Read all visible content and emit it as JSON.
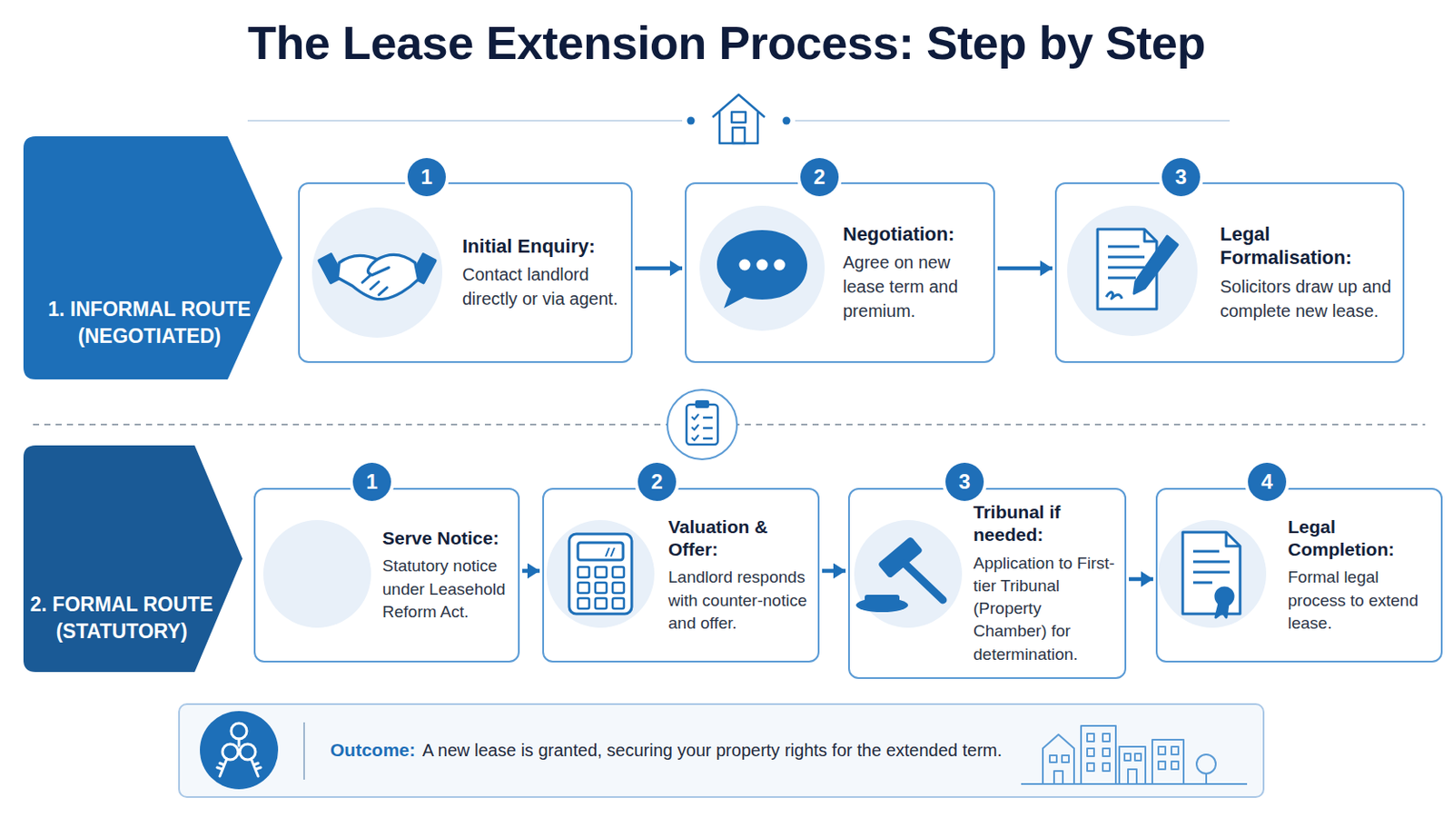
{
  "diagram": {
    "title": "The Lease Extension Process: Step by Step",
    "nodes": [
      {
        "text": [
          "1. INFORMAL ROUTE (NEGOTIATED)"
        ]
      },
      {
        "text": [
          "Initial Enquiry:",
          "Contact landlord directly or via agent."
        ]
      },
      {
        "text": [
          "Negotiation:",
          "Agree on new lease term and premium."
        ]
      },
      {
        "text": [
          "Legal Formalisation:",
          "Solicitors draw up and complete new lease."
        ]
      },
      {
        "text": [
          "2. FORMAL ROUTE (STATUTORY)"
        ]
      },
      {
        "text": [
          "Serve Notice:",
          "Statutory notice under Leasehold Reform Act."
        ]
      },
      {
        "text": [
          "Valuation & Offer:",
          "Landlord responds with counter-notice and offer."
        ]
      },
      {
        "text": [
          "Tribunal if needed:",
          "Application to First-tier Tribunal (Property Chamber) for determination."
        ]
      },
      {
        "text": [
          "Legal Completion:",
          "Formal legal process to extend lease."
        ]
      },
      {
        "text": [
          "Outcome:",
          "A new lease is granted, securing your property rights for the extended term."
        ]
      }
    ],
    "edges": [
      {
        "from": 1,
        "to": 2,
        "arrow": "to"
      },
      {
        "from": 2,
        "to": 3,
        "arrow": "to"
      },
      {
        "from": 5,
        "to": 6,
        "arrow": "to"
      },
      {
        "from": 6,
        "to": 7,
        "arrow": "to"
      },
      {
        "from": 7,
        "to": 8,
        "arrow": "to"
      }
    ],
    "labels": [
      "1",
      "2",
      "3",
      "1",
      "2",
      "3",
      "4"
    ]
  }
}
